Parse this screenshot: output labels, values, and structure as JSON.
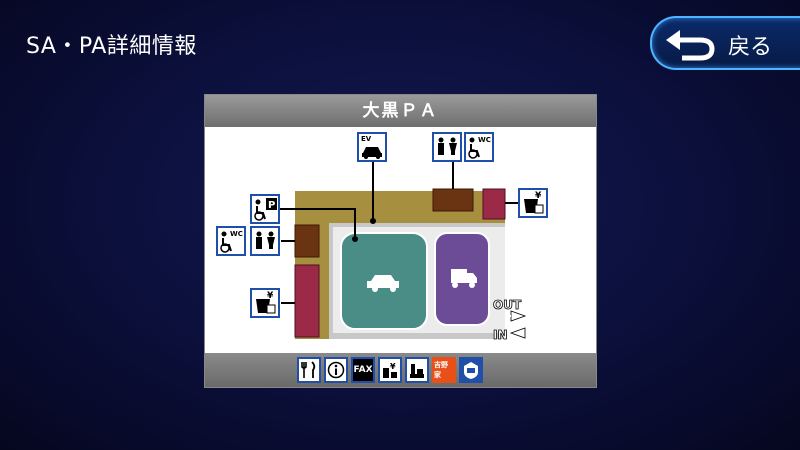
{
  "header": {
    "title": "SA・PA詳細情報"
  },
  "back_button": {
    "label": "戻る"
  },
  "panel": {
    "title": "大黒ＰＡ",
    "map_labels": {
      "ev": "EV",
      "wc": "WC",
      "p": "P",
      "yen": "¥",
      "out": "OUT",
      "in": "IN"
    },
    "footer_icons": [
      {
        "name": "restaurant-icon",
        "text": ""
      },
      {
        "name": "information-icon",
        "text": "i"
      },
      {
        "name": "fax-icon",
        "text": "FAX"
      },
      {
        "name": "shop-icon",
        "text": "¥"
      },
      {
        "name": "snack-icon",
        "text": ""
      },
      {
        "name": "yoshinoya-icon",
        "text": "吉野家"
      },
      {
        "name": "highway-station-icon",
        "text": ""
      }
    ]
  },
  "colors": {
    "bg": "#0b0f3a",
    "accent": "#4fb4ff",
    "car_area": "#4a8c86",
    "truck_area": "#6c4c97",
    "facility": "#9b2a48",
    "building": "#6a3412",
    "path": "#a68f3e",
    "icon_border": "#1f4fa8"
  }
}
